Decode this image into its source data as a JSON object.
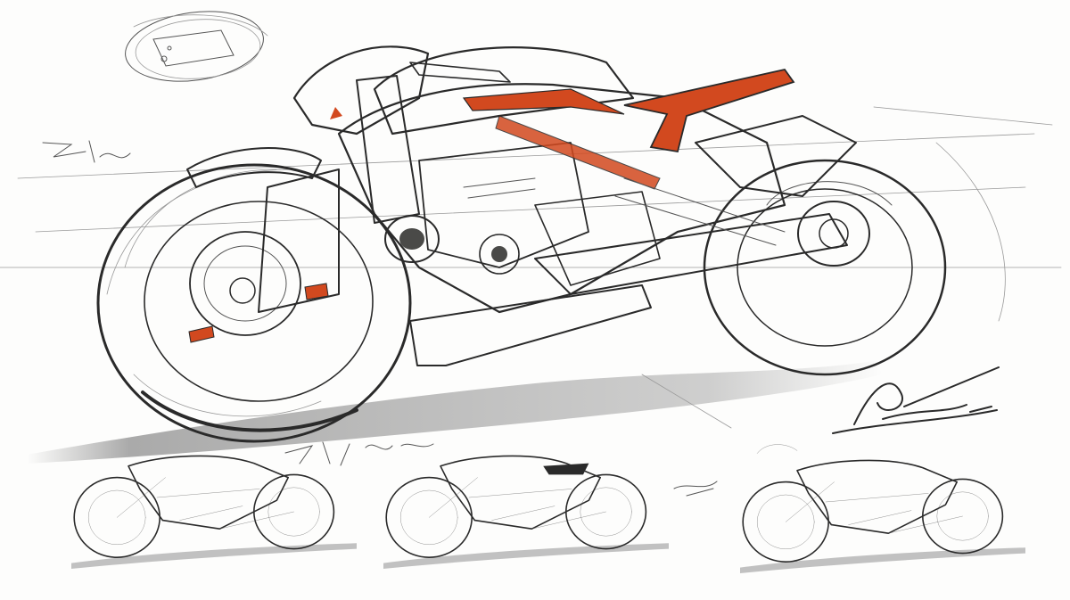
{
  "palette": {
    "paper": "#fdfdfc",
    "ink": "#2a2a2a",
    "shadow": "#8a8a8a",
    "accent": "#d2491f",
    "metal_light": "#e8e8e6",
    "metal_mid": "#bdbdbb",
    "metal_dark": "#6e6e6c"
  },
  "scene": {
    "main_sketch": "motorcycle-concept-main",
    "thumbnails": [
      "motorcycle-thumbnail-1",
      "motorcycle-thumbnail-2",
      "motorcycle-thumbnail-3"
    ]
  }
}
